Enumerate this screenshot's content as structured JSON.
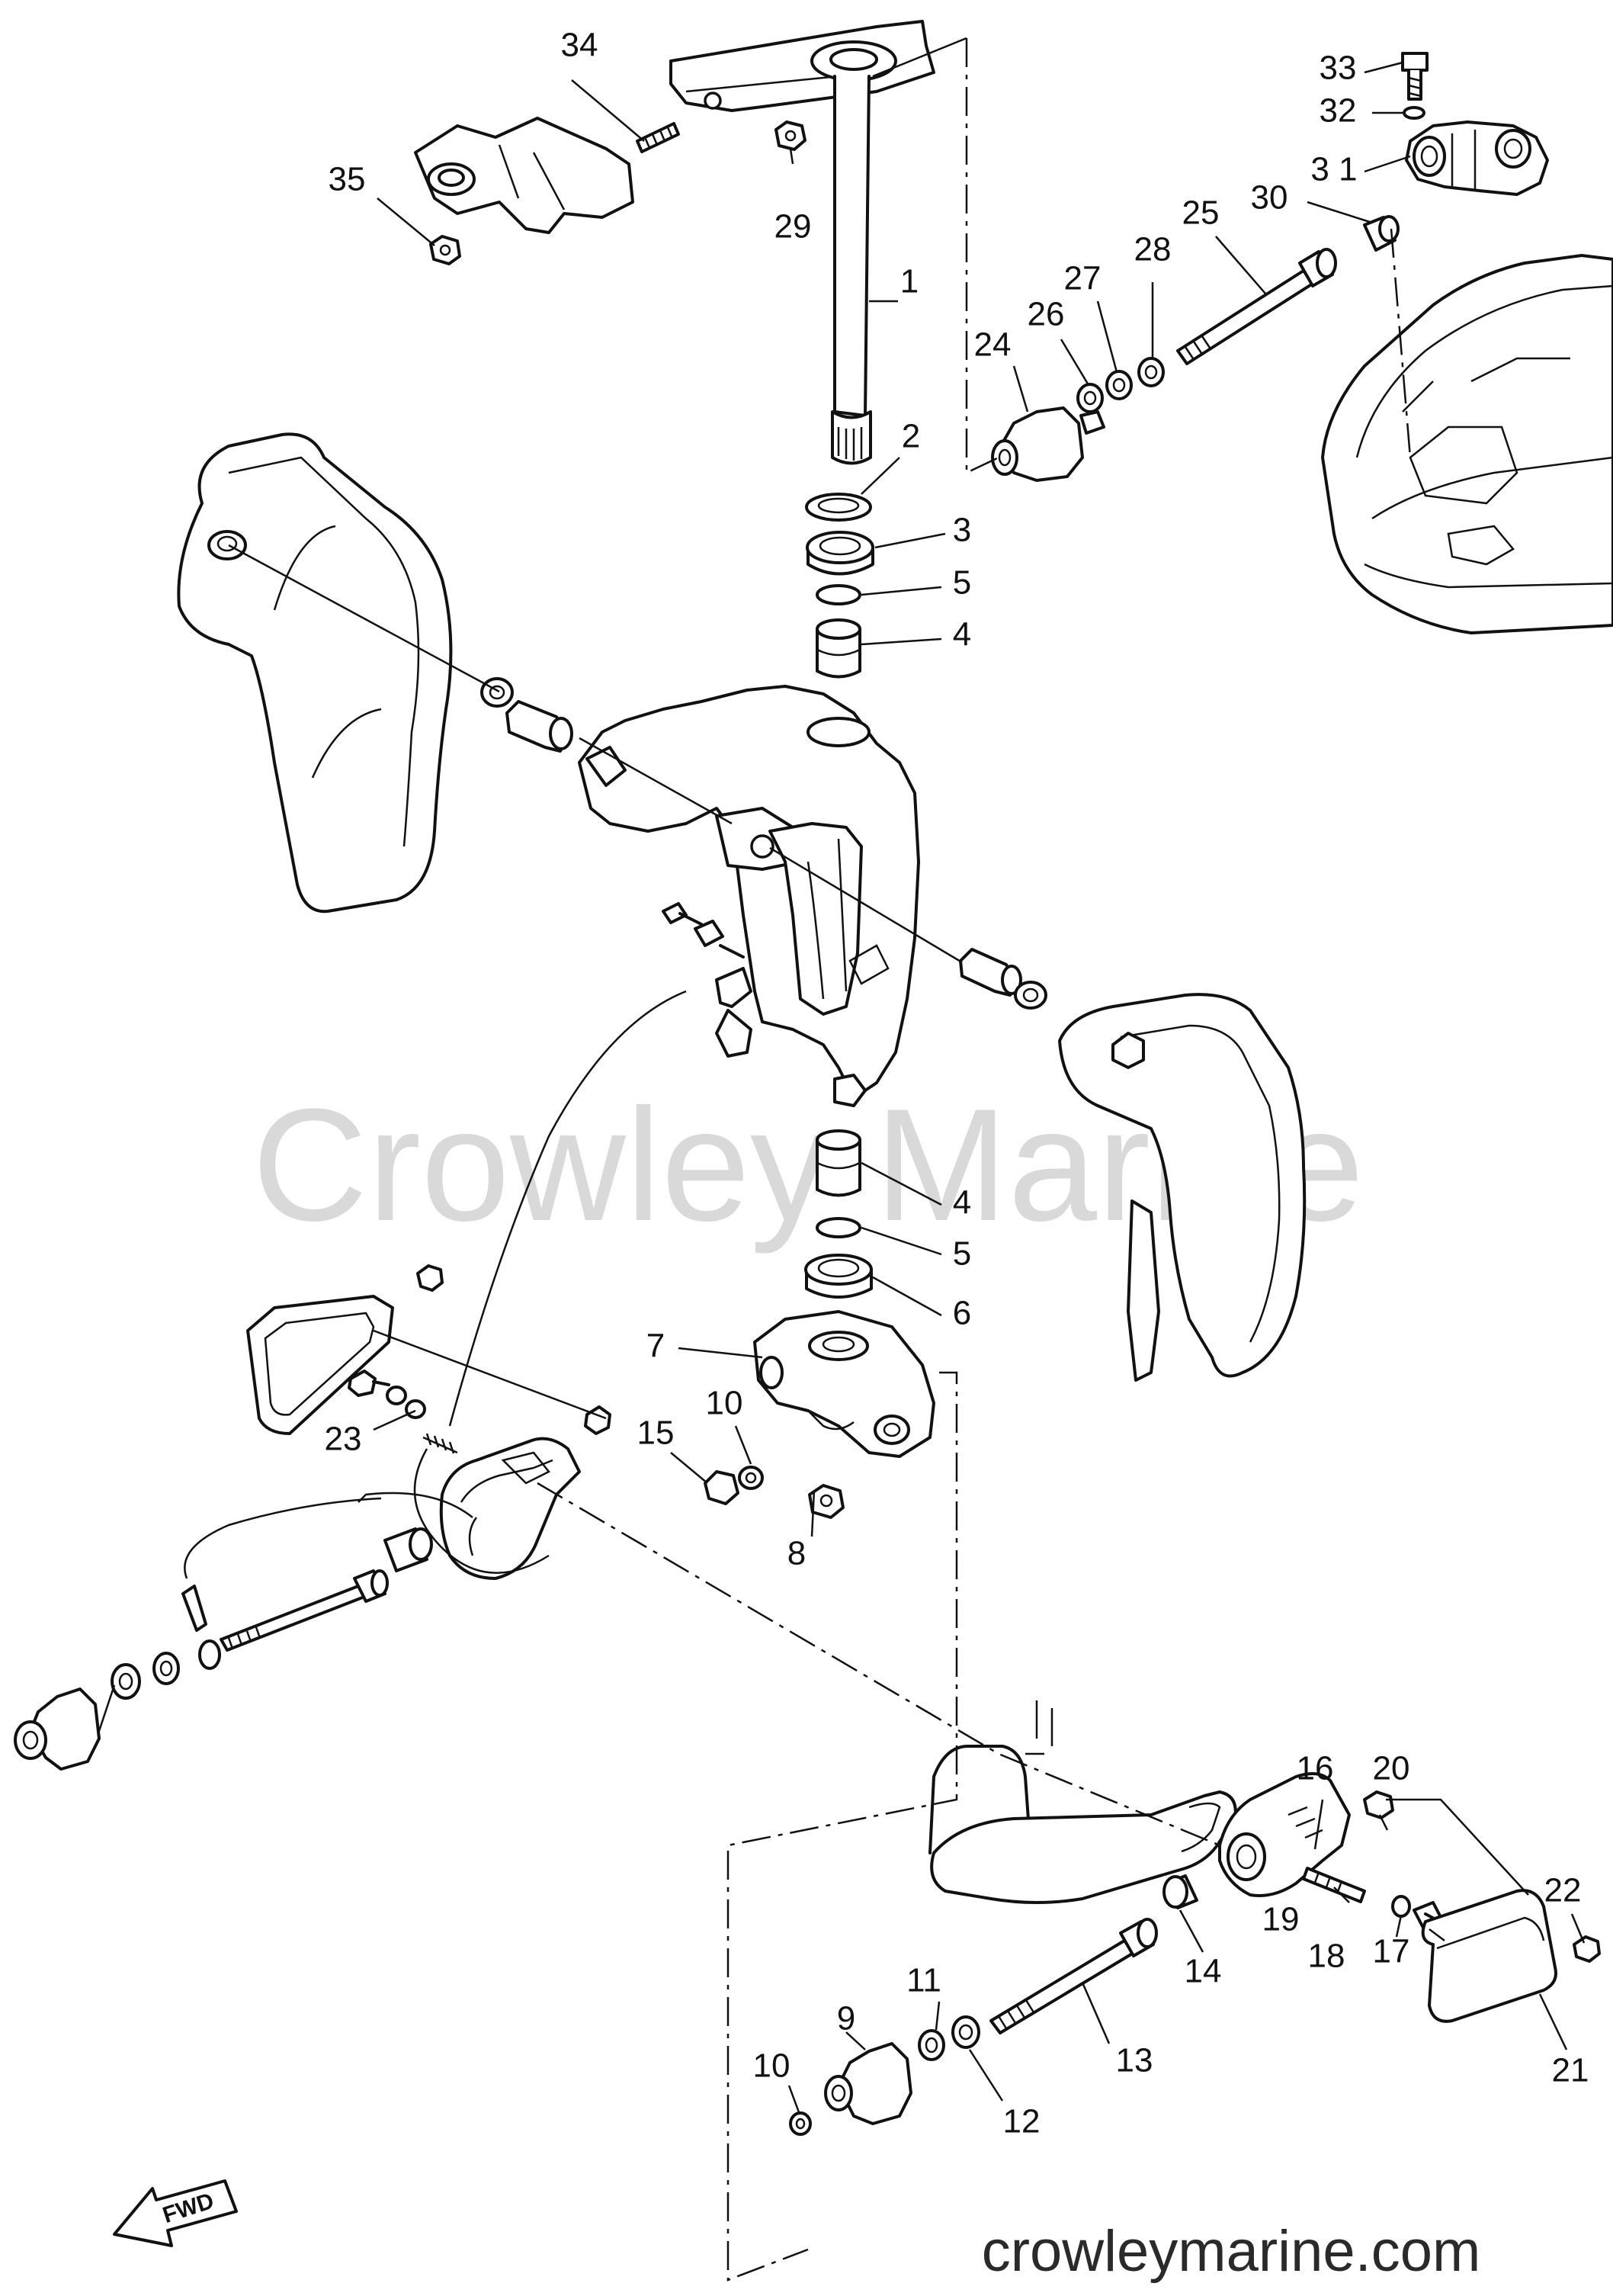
{
  "watermark": "Crowley Marine",
  "site_url": "crowleymarine.com",
  "direction_marker": "FWD",
  "callouts": [
    {
      "id": "c1",
      "label": "1"
    },
    {
      "id": "c2",
      "label": "2"
    },
    {
      "id": "c3",
      "label": "3"
    },
    {
      "id": "c5a",
      "label": "5"
    },
    {
      "id": "c4a",
      "label": "4"
    },
    {
      "id": "c4b",
      "label": "4"
    },
    {
      "id": "c5b",
      "label": "5"
    },
    {
      "id": "c6",
      "label": "6"
    },
    {
      "id": "c7",
      "label": "7"
    },
    {
      "id": "c8",
      "label": "8"
    },
    {
      "id": "c9",
      "label": "9"
    },
    {
      "id": "c10a",
      "label": "10"
    },
    {
      "id": "c10b",
      "label": "10"
    },
    {
      "id": "c11",
      "label": "11"
    },
    {
      "id": "c12",
      "label": "12"
    },
    {
      "id": "c13",
      "label": "13"
    },
    {
      "id": "c14",
      "label": "14"
    },
    {
      "id": "c15",
      "label": "15"
    },
    {
      "id": "c16",
      "label": "16"
    },
    {
      "id": "c17",
      "label": "17"
    },
    {
      "id": "c18",
      "label": "18"
    },
    {
      "id": "c19",
      "label": "19"
    },
    {
      "id": "c20",
      "label": "20"
    },
    {
      "id": "c21",
      "label": "21"
    },
    {
      "id": "c22",
      "label": "22"
    },
    {
      "id": "c23",
      "label": "23"
    },
    {
      "id": "c24",
      "label": "24"
    },
    {
      "id": "c25",
      "label": "25"
    },
    {
      "id": "c26",
      "label": "26"
    },
    {
      "id": "c27",
      "label": "27"
    },
    {
      "id": "c28",
      "label": "28"
    },
    {
      "id": "c29",
      "label": "29"
    },
    {
      "id": "c30",
      "label": "30"
    },
    {
      "id": "c31",
      "label": "3 1"
    },
    {
      "id": "c32",
      "label": "32"
    },
    {
      "id": "c33",
      "label": "33"
    },
    {
      "id": "c34",
      "label": "34"
    },
    {
      "id": "c35",
      "label": "35"
    }
  ]
}
